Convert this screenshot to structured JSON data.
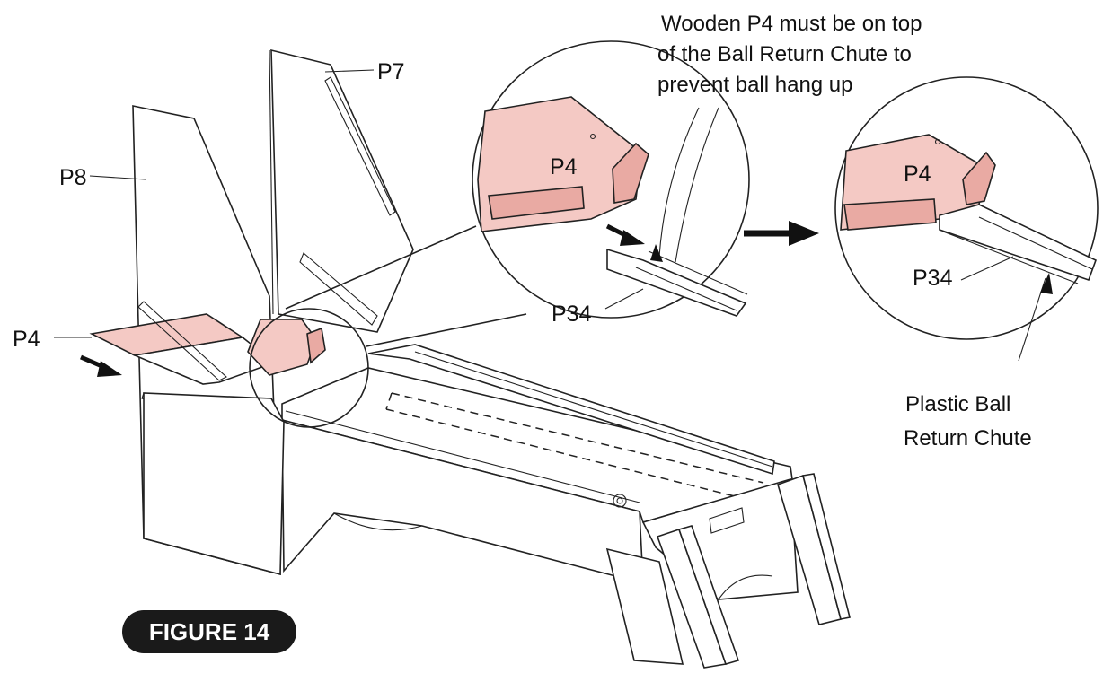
{
  "labels": {
    "p7": "P7",
    "p8": "P8",
    "p4_main": "P4",
    "p4_zoom_left": "P4",
    "p4_zoom_right": "P4",
    "p34_zoom_left": "P34",
    "p34_zoom_right": "P34"
  },
  "note_top": [
    "Wooden P4 must be on top",
    "of the Ball Return Chute to",
    "prevent ball hang up"
  ],
  "note_chute": [
    "Plastic Ball",
    "Return Chute"
  ],
  "figure_badge": "FIGURE 14",
  "colors": {
    "highlight": "#f4c9c4",
    "ink": "#222222",
    "badge": "#1a1a1a"
  }
}
